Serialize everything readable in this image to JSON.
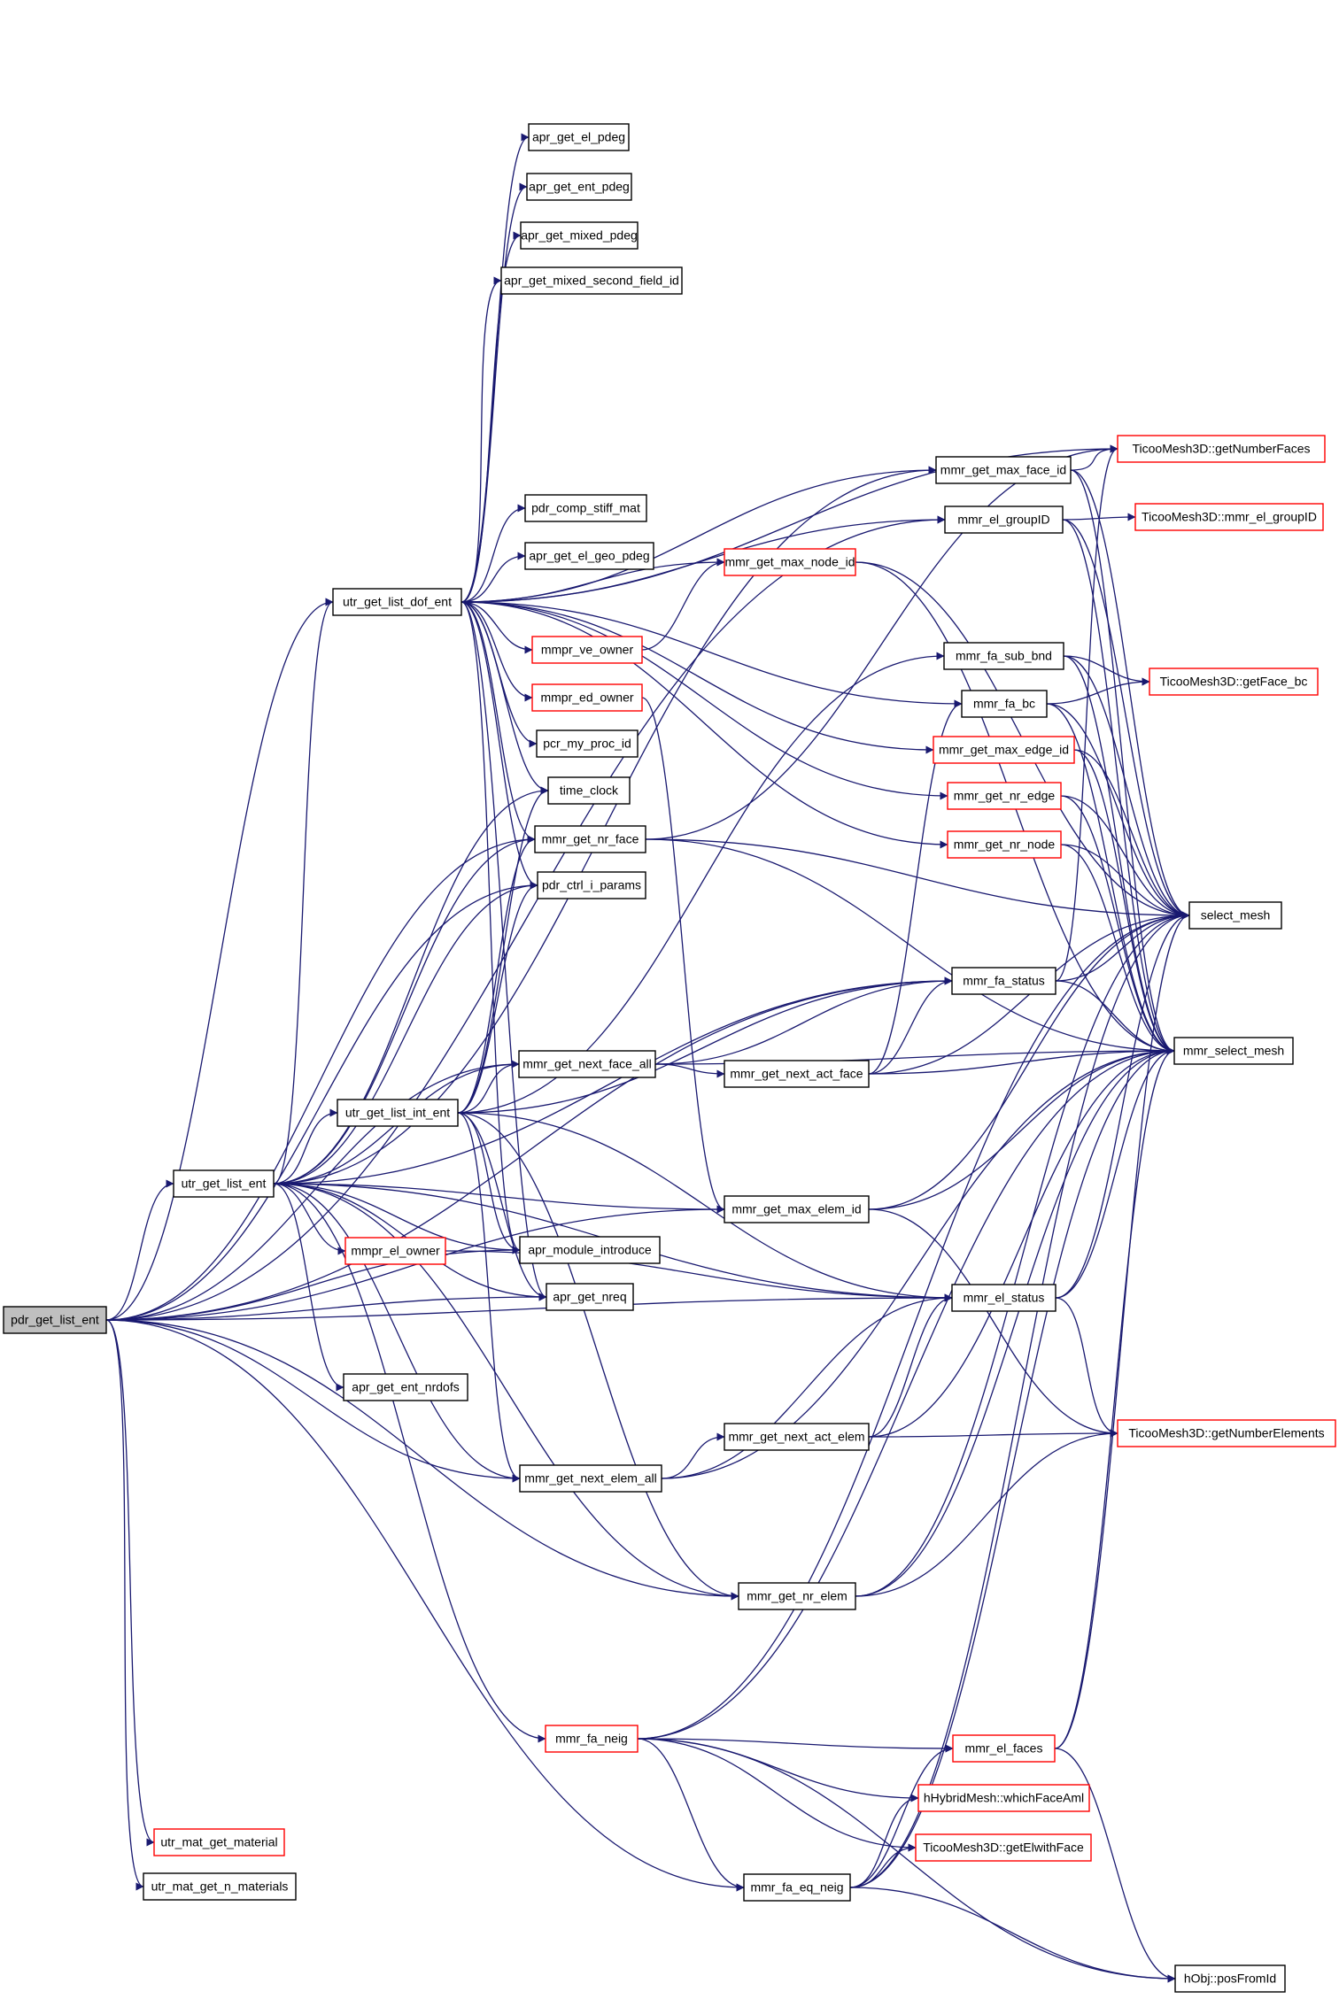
{
  "diagram": {
    "nodes": [
      {
        "id": "pdr_get_list_ent",
        "label": "pdr_get_list_ent",
        "outline": "black",
        "highlight": true
      },
      {
        "id": "utr_get_list_ent",
        "label": "utr_get_list_ent",
        "outline": "black"
      },
      {
        "id": "utr_get_list_dof_ent",
        "label": "utr_get_list_dof_ent",
        "outline": "black"
      },
      {
        "id": "utr_get_list_int_ent",
        "label": "utr_get_list_int_ent",
        "outline": "black"
      },
      {
        "id": "utr_mat_get_material",
        "label": "utr_mat_get_material",
        "outline": "red"
      },
      {
        "id": "utr_mat_get_n_materials",
        "label": "utr_mat_get_n_materials",
        "outline": "black"
      },
      {
        "id": "apr_get_el_pdeg",
        "label": "apr_get_el_pdeg",
        "outline": "black"
      },
      {
        "id": "apr_get_ent_pdeg",
        "label": "apr_get_ent_pdeg",
        "outline": "black"
      },
      {
        "id": "apr_get_mixed_pdeg",
        "label": "apr_get_mixed_pdeg",
        "outline": "black"
      },
      {
        "id": "apr_get_mixed_second_field_id",
        "label": "apr_get_mixed_second_field_id",
        "outline": "black"
      },
      {
        "id": "pdr_comp_stiff_mat",
        "label": "pdr_comp_stiff_mat",
        "outline": "black"
      },
      {
        "id": "apr_get_el_geo_pdeg",
        "label": "apr_get_el_geo_pdeg",
        "outline": "black"
      },
      {
        "id": "mmpr_ve_owner",
        "label": "mmpr_ve_owner",
        "outline": "red"
      },
      {
        "id": "mmpr_ed_owner",
        "label": "mmpr_ed_owner",
        "outline": "red"
      },
      {
        "id": "pcr_my_proc_id",
        "label": "pcr_my_proc_id",
        "outline": "black"
      },
      {
        "id": "time_clock",
        "label": "time_clock",
        "outline": "black"
      },
      {
        "id": "mmr_get_nr_face",
        "label": "mmr_get_nr_face",
        "outline": "black"
      },
      {
        "id": "pdr_ctrl_i_params",
        "label": "pdr_ctrl_i_params",
        "outline": "black"
      },
      {
        "id": "mmr_get_next_face_all",
        "label": "mmr_get_next_face_all",
        "outline": "black"
      },
      {
        "id": "mmpr_el_owner",
        "label": "mmpr_el_owner",
        "outline": "red"
      },
      {
        "id": "apr_module_introduce",
        "label": "apr_module_introduce",
        "outline": "black"
      },
      {
        "id": "apr_get_nreq",
        "label": "apr_get_nreq",
        "outline": "black"
      },
      {
        "id": "apr_get_ent_nrdofs",
        "label": "apr_get_ent_nrdofs",
        "outline": "black"
      },
      {
        "id": "mmr_get_next_elem_all",
        "label": "mmr_get_next_elem_all",
        "outline": "black"
      },
      {
        "id": "mmr_fa_neig",
        "label": "mmr_fa_neig",
        "outline": "red"
      },
      {
        "id": "mmr_get_max_node_id",
        "label": "mmr_get_max_node_id",
        "outline": "red"
      },
      {
        "id": "mmr_get_next_act_face",
        "label": "mmr_get_next_act_face",
        "outline": "black"
      },
      {
        "id": "mmr_get_max_elem_id",
        "label": "mmr_get_max_elem_id",
        "outline": "black"
      },
      {
        "id": "mmr_get_next_act_elem",
        "label": "mmr_get_next_act_elem",
        "outline": "black"
      },
      {
        "id": "mmr_get_nr_elem",
        "label": "mmr_get_nr_elem",
        "outline": "black"
      },
      {
        "id": "mmr_fa_eq_neig",
        "label": "mmr_fa_eq_neig",
        "outline": "black"
      },
      {
        "id": "mmr_get_max_face_id",
        "label": "mmr_get_max_face_id",
        "outline": "black"
      },
      {
        "id": "mmr_el_groupID",
        "label": "mmr_el_groupID",
        "outline": "black"
      },
      {
        "id": "mmr_fa_sub_bnd",
        "label": "mmr_fa_sub_bnd",
        "outline": "black"
      },
      {
        "id": "mmr_fa_bc",
        "label": "mmr_fa_bc",
        "outline": "black"
      },
      {
        "id": "mmr_get_max_edge_id",
        "label": "mmr_get_max_edge_id",
        "outline": "red"
      },
      {
        "id": "mmr_get_nr_edge",
        "label": "mmr_get_nr_edge",
        "outline": "red"
      },
      {
        "id": "mmr_get_nr_node",
        "label": "mmr_get_nr_node",
        "outline": "red"
      },
      {
        "id": "mmr_fa_status",
        "label": "mmr_fa_status",
        "outline": "black"
      },
      {
        "id": "mmr_el_status",
        "label": "mmr_el_status",
        "outline": "black"
      },
      {
        "id": "mmr_el_faces",
        "label": "mmr_el_faces",
        "outline": "red"
      },
      {
        "id": "hHybridMesh_whichFaceAml",
        "label": "hHybridMesh::whichFaceAml",
        "outline": "red"
      },
      {
        "id": "TicooMesh3D_getElwithFace",
        "label": "TicooMesh3D::getElwithFace",
        "outline": "red"
      },
      {
        "id": "TicooMesh3D_getNumberFaces",
        "label": "TicooMesh3D::getNumberFaces",
        "outline": "red"
      },
      {
        "id": "TicooMesh3D_mmr_el_groupID",
        "label": "TicooMesh3D::mmr_el_groupID",
        "outline": "red"
      },
      {
        "id": "TicooMesh3D_getFace_bc",
        "label": "TicooMesh3D::getFace_bc",
        "outline": "red"
      },
      {
        "id": "select_mesh",
        "label": "select_mesh",
        "outline": "black"
      },
      {
        "id": "mmr_select_mesh",
        "label": "mmr_select_mesh",
        "outline": "black"
      },
      {
        "id": "TicooMesh3D_getNumberElements",
        "label": "TicooMesh3D::getNumberElements",
        "outline": "red"
      },
      {
        "id": "hObj_posFromId",
        "label": "hObj::posFromId",
        "outline": "black"
      }
    ],
    "edges": [
      [
        "pdr_get_list_ent",
        "utr_get_list_ent"
      ],
      [
        "pdr_get_list_ent",
        "utr_get_list_dof_ent"
      ],
      [
        "pdr_get_list_ent",
        "utr_mat_get_material"
      ],
      [
        "pdr_get_list_ent",
        "utr_mat_get_n_materials"
      ],
      [
        "pdr_get_list_ent",
        "mmr_get_nr_face"
      ],
      [
        "pdr_get_list_ent",
        "pdr_ctrl_i_params"
      ],
      [
        "pdr_get_list_ent",
        "mmr_get_next_face_all"
      ],
      [
        "pdr_get_list_ent",
        "apr_module_introduce"
      ],
      [
        "pdr_get_list_ent",
        "apr_get_nreq"
      ],
      [
        "pdr_get_list_ent",
        "mmr_get_next_elem_all"
      ],
      [
        "pdr_get_list_ent",
        "mmr_get_nr_elem"
      ],
      [
        "pdr_get_list_ent",
        "mmr_fa_eq_neig"
      ],
      [
        "pdr_get_list_ent",
        "mmr_el_groupID"
      ],
      [
        "pdr_get_list_ent",
        "mmr_fa_status"
      ],
      [
        "pdr_get_list_ent",
        "mmr_get_max_elem_id"
      ],
      [
        "pdr_get_list_ent",
        "mmr_el_status"
      ],
      [
        "utr_get_list_ent",
        "utr_get_list_dof_ent"
      ],
      [
        "utr_get_list_ent",
        "utr_get_list_int_ent"
      ],
      [
        "utr_get_list_ent",
        "mmpr_el_owner"
      ],
      [
        "utr_get_list_ent",
        "apr_get_ent_nrdofs"
      ],
      [
        "utr_get_list_ent",
        "mmr_get_next_elem_all"
      ],
      [
        "utr_get_list_ent",
        "mmr_fa_neig"
      ],
      [
        "utr_get_list_ent",
        "mmr_get_nr_elem"
      ],
      [
        "utr_get_list_ent",
        "mmr_get_nr_face"
      ],
      [
        "utr_get_list_ent",
        "pdr_ctrl_i_params"
      ],
      [
        "utr_get_list_ent",
        "mmr_get_next_face_all"
      ],
      [
        "utr_get_list_ent",
        "time_clock"
      ],
      [
        "utr_get_list_ent",
        "apr_module_introduce"
      ],
      [
        "utr_get_list_ent",
        "apr_get_nreq"
      ],
      [
        "utr_get_list_ent",
        "mmr_fa_status"
      ],
      [
        "utr_get_list_ent",
        "mmr_el_status"
      ],
      [
        "utr_get_list_ent",
        "mmr_get_max_face_id"
      ],
      [
        "utr_get_list_ent",
        "mmr_get_max_elem_id"
      ],
      [
        "utr_get_list_dof_ent",
        "apr_get_el_pdeg"
      ],
      [
        "utr_get_list_dof_ent",
        "apr_get_ent_pdeg"
      ],
      [
        "utr_get_list_dof_ent",
        "apr_get_mixed_pdeg"
      ],
      [
        "utr_get_list_dof_ent",
        "apr_get_mixed_second_field_id"
      ],
      [
        "utr_get_list_dof_ent",
        "pdr_comp_stiff_mat"
      ],
      [
        "utr_get_list_dof_ent",
        "apr_get_el_geo_pdeg"
      ],
      [
        "utr_get_list_dof_ent",
        "mmr_get_max_node_id"
      ],
      [
        "utr_get_list_dof_ent",
        "mmpr_ve_owner"
      ],
      [
        "utr_get_list_dof_ent",
        "mmpr_ed_owner"
      ],
      [
        "utr_get_list_dof_ent",
        "pcr_my_proc_id"
      ],
      [
        "utr_get_list_dof_ent",
        "time_clock"
      ],
      [
        "utr_get_list_dof_ent",
        "mmr_get_nr_face"
      ],
      [
        "utr_get_list_dof_ent",
        "pdr_ctrl_i_params"
      ],
      [
        "utr_get_list_dof_ent",
        "apr_module_introduce"
      ],
      [
        "utr_get_list_dof_ent",
        "apr_get_nreq"
      ],
      [
        "utr_get_list_dof_ent",
        "mmr_get_max_face_id"
      ],
      [
        "utr_get_list_dof_ent",
        "mmr_el_groupID"
      ],
      [
        "utr_get_list_dof_ent",
        "mmr_fa_bc"
      ],
      [
        "utr_get_list_dof_ent",
        "mmr_get_max_edge_id"
      ],
      [
        "utr_get_list_dof_ent",
        "mmr_get_nr_edge"
      ],
      [
        "utr_get_list_dof_ent",
        "mmr_get_nr_node"
      ],
      [
        "utr_get_list_dof_ent",
        "TicooMesh3D_getNumberFaces"
      ],
      [
        "utr_get_list_int_ent",
        "mmr_get_next_face_all"
      ],
      [
        "utr_get_list_int_ent",
        "mmr_get_next_elem_all"
      ],
      [
        "utr_get_list_int_ent",
        "apr_module_introduce"
      ],
      [
        "utr_get_list_int_ent",
        "apr_get_nreq"
      ],
      [
        "utr_get_list_int_ent",
        "mmr_get_nr_elem"
      ],
      [
        "utr_get_list_int_ent",
        "mmr_el_status"
      ],
      [
        "utr_get_list_int_ent",
        "mmr_fa_status"
      ],
      [
        "utr_get_list_int_ent",
        "time_clock"
      ],
      [
        "utr_get_list_int_ent",
        "mmr_get_nr_face"
      ],
      [
        "utr_get_list_int_ent",
        "pdr_ctrl_i_params"
      ],
      [
        "utr_get_list_int_ent",
        "mmr_fa_sub_bnd"
      ],
      [
        "mmpr_ve_owner",
        "mmr_get_max_node_id"
      ],
      [
        "mmpr_ed_owner",
        "mmr_get_max_elem_id"
      ],
      [
        "mmpr_el_owner",
        "mmr_el_status"
      ],
      [
        "mmr_get_nr_face",
        "TicooMesh3D_getNumberFaces"
      ],
      [
        "mmr_get_nr_face",
        "select_mesh"
      ],
      [
        "mmr_get_nr_face",
        "mmr_select_mesh"
      ],
      [
        "mmr_get_next_face_all",
        "mmr_get_next_act_face"
      ],
      [
        "mmr_get_next_face_all",
        "mmr_fa_status"
      ],
      [
        "mmr_get_next_face_all",
        "mmr_select_mesh"
      ],
      [
        "mmr_get_next_act_face",
        "mmr_fa_status"
      ],
      [
        "mmr_get_next_act_face",
        "mmr_select_mesh"
      ],
      [
        "mmr_get_next_act_face",
        "mmr_fa_bc"
      ],
      [
        "mmr_get_next_act_face",
        "select_mesh"
      ],
      [
        "mmr_get_max_node_id",
        "select_mesh"
      ],
      [
        "mmr_get_max_node_id",
        "mmr_select_mesh"
      ],
      [
        "mmr_get_max_elem_id",
        "select_mesh"
      ],
      [
        "mmr_get_max_elem_id",
        "mmr_select_mesh"
      ],
      [
        "mmr_get_max_elem_id",
        "TicooMesh3D_getNumberElements"
      ],
      [
        "mmr_get_next_elem_all",
        "mmr_get_next_act_elem"
      ],
      [
        "mmr_get_next_elem_all",
        "mmr_el_status"
      ],
      [
        "mmr_get_next_elem_all",
        "mmr_select_mesh"
      ],
      [
        "mmr_get_next_act_elem",
        "mmr_el_status"
      ],
      [
        "mmr_get_next_act_elem",
        "mmr_select_mesh"
      ],
      [
        "mmr_get_next_act_elem",
        "TicooMesh3D_getNumberElements"
      ],
      [
        "mmr_get_nr_elem",
        "TicooMesh3D_getNumberElements"
      ],
      [
        "mmr_get_nr_elem",
        "select_mesh"
      ],
      [
        "mmr_get_nr_elem",
        "mmr_select_mesh"
      ],
      [
        "mmr_fa_neig",
        "mmr_el_faces"
      ],
      [
        "mmr_fa_neig",
        "hHybridMesh_whichFaceAml"
      ],
      [
        "mmr_fa_neig",
        "TicooMesh3D_getElwithFace"
      ],
      [
        "mmr_fa_neig",
        "mmr_fa_eq_neig"
      ],
      [
        "mmr_fa_neig",
        "hObj_posFromId"
      ],
      [
        "mmr_fa_neig",
        "select_mesh"
      ],
      [
        "mmr_fa_neig",
        "mmr_select_mesh"
      ],
      [
        "mmr_fa_eq_neig",
        "mmr_el_faces"
      ],
      [
        "mmr_fa_eq_neig",
        "hHybridMesh_whichFaceAml"
      ],
      [
        "mmr_fa_eq_neig",
        "TicooMesh3D_getElwithFace"
      ],
      [
        "mmr_fa_eq_neig",
        "hObj_posFromId"
      ],
      [
        "mmr_fa_eq_neig",
        "select_mesh"
      ],
      [
        "mmr_fa_eq_neig",
        "mmr_select_mesh"
      ],
      [
        "mmr_get_max_face_id",
        "TicooMesh3D_getNumberFaces"
      ],
      [
        "mmr_get_max_face_id",
        "select_mesh"
      ],
      [
        "mmr_get_max_face_id",
        "mmr_select_mesh"
      ],
      [
        "mmr_el_groupID",
        "TicooMesh3D_mmr_el_groupID"
      ],
      [
        "mmr_el_groupID",
        "select_mesh"
      ],
      [
        "mmr_el_groupID",
        "mmr_select_mesh"
      ],
      [
        "mmr_fa_sub_bnd",
        "TicooMesh3D_getFace_bc"
      ],
      [
        "mmr_fa_sub_bnd",
        "select_mesh"
      ],
      [
        "mmr_fa_sub_bnd",
        "mmr_select_mesh"
      ],
      [
        "mmr_fa_bc",
        "TicooMesh3D_getFace_bc"
      ],
      [
        "mmr_fa_bc",
        "select_mesh"
      ],
      [
        "mmr_fa_bc",
        "mmr_select_mesh"
      ],
      [
        "mmr_get_max_edge_id",
        "select_mesh"
      ],
      [
        "mmr_get_max_edge_id",
        "mmr_select_mesh"
      ],
      [
        "mmr_get_nr_edge",
        "select_mesh"
      ],
      [
        "mmr_get_nr_edge",
        "mmr_select_mesh"
      ],
      [
        "mmr_get_nr_node",
        "select_mesh"
      ],
      [
        "mmr_get_nr_node",
        "mmr_select_mesh"
      ],
      [
        "mmr_fa_status",
        "select_mesh"
      ],
      [
        "mmr_fa_status",
        "mmr_select_mesh"
      ],
      [
        "mmr_fa_status",
        "TicooMesh3D_getNumberFaces"
      ],
      [
        "mmr_el_status",
        "select_mesh"
      ],
      [
        "mmr_el_status",
        "mmr_select_mesh"
      ],
      [
        "mmr_el_status",
        "TicooMesh3D_getNumberElements"
      ],
      [
        "mmr_el_faces",
        "select_mesh"
      ],
      [
        "mmr_el_faces",
        "mmr_select_mesh"
      ],
      [
        "mmr_el_faces",
        "hObj_posFromId"
      ]
    ]
  },
  "colors": {
    "edge": "#191970",
    "red_outline": "#ff0000",
    "root_fill": "#bfbfbf"
  }
}
